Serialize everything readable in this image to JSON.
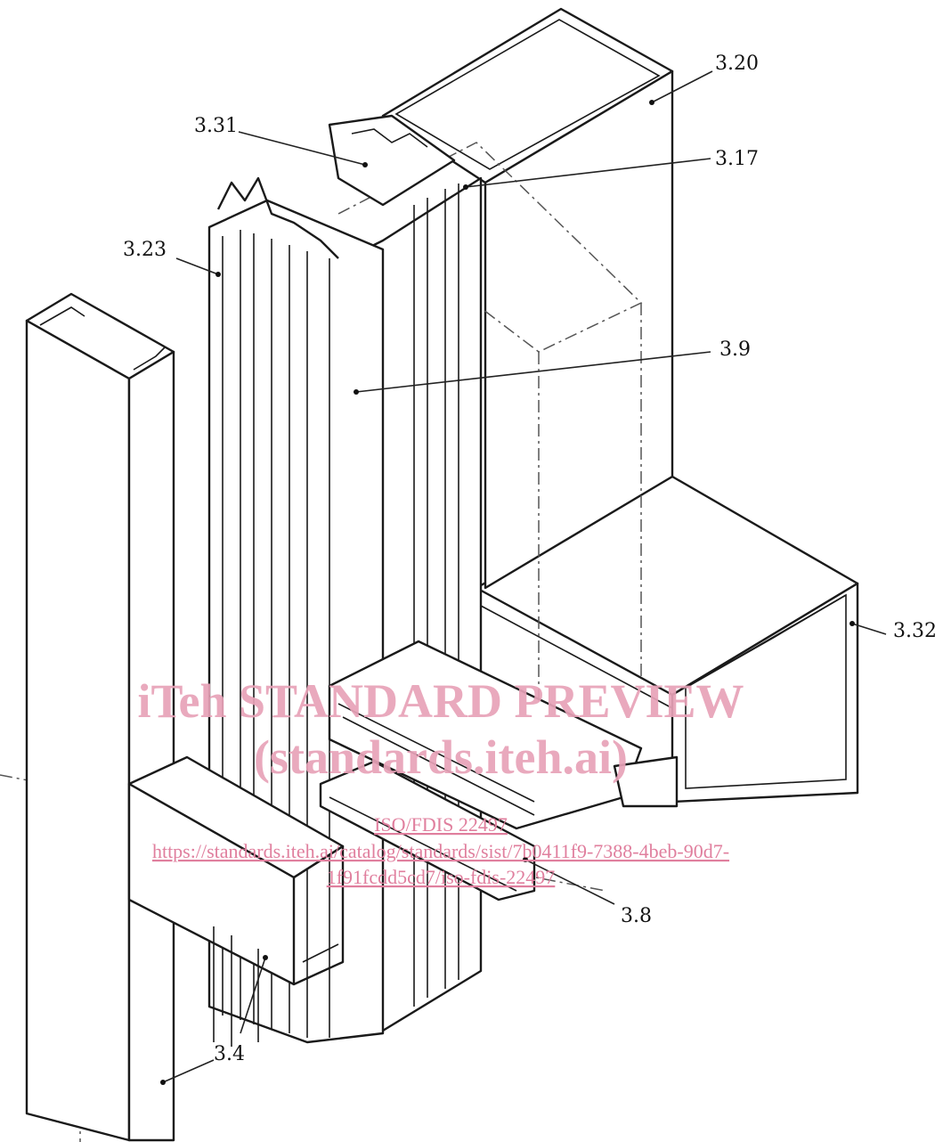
{
  "labels": {
    "l320": "3.20",
    "l317": "3.17",
    "l331": "3.31",
    "l323": "3.23",
    "l39": "3.9",
    "l332": "3.32",
    "l38": "3.8",
    "l34": "3.4"
  },
  "watermark": {
    "title": "iTeh STANDARD PREVIEW",
    "site": "(standards.iteh.ai)",
    "doc": "ISO/FDIS 22497",
    "url1": "https://standards.iteh.ai/catalog/standards/sist/7b0411f9-7388-4beb-90d7-",
    "url2": "1f91fcdd5cd7/iso-fdis-22497"
  }
}
